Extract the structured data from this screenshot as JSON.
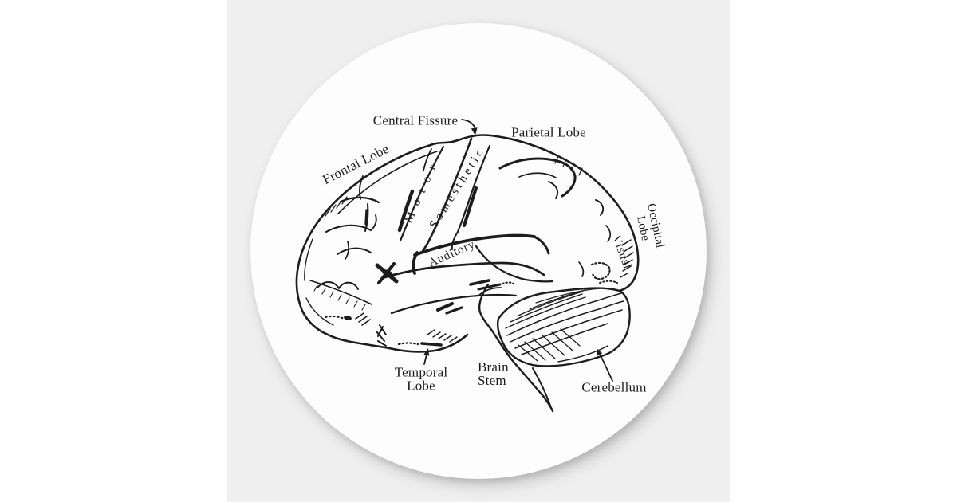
{
  "colors": {
    "page_background": "#ffffff",
    "panel_background": "#efefef",
    "sticker_white": "#fdfdfd",
    "ink": "#1c1c1c"
  },
  "diagram": {
    "subject": "labeled human brain, lateral view",
    "labels": {
      "central_fissure": "Central Fissure",
      "parietal_lobe": "Parietal Lobe",
      "frontal_lobe": "Frontal Lobe",
      "motor": "Motor",
      "somesthetic": "Somesthetic",
      "auditory": "Auditory",
      "visual": "Visual",
      "occipital_lobe": {
        "line1": "Occipital",
        "line2": "Lobe"
      },
      "temporal_lobe": {
        "line1": "Temporal",
        "line2": "Lobe"
      },
      "brain_stem": {
        "line1": "Brain",
        "line2": "Stem"
      },
      "cerebellum": "Cerebellum"
    }
  }
}
